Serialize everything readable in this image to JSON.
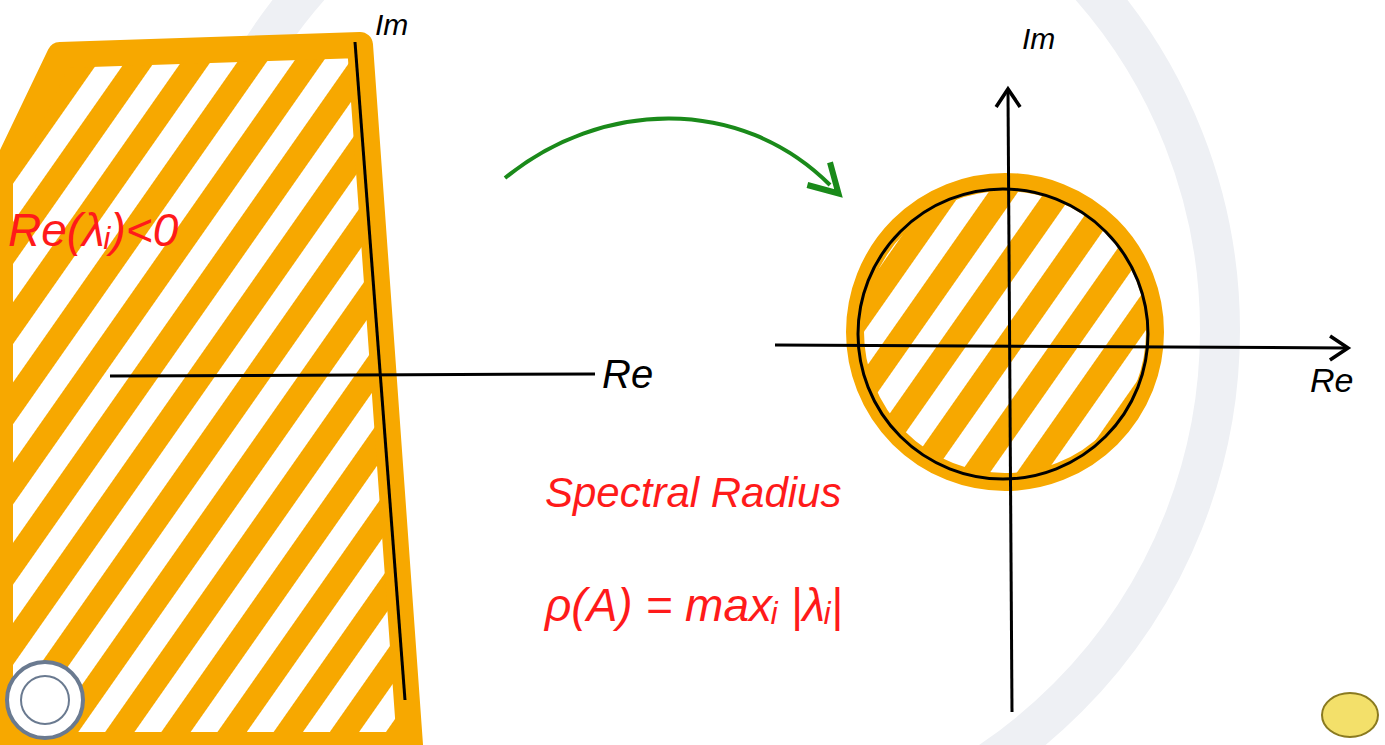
{
  "diagram": {
    "labels": [
      "Im",
      "Re(λᵢ)<0",
      "Re",
      "Im",
      "Re",
      "Spectral Radius",
      "ρ(A) = maxᵢ |λᵢ|"
    ]
  }
}
